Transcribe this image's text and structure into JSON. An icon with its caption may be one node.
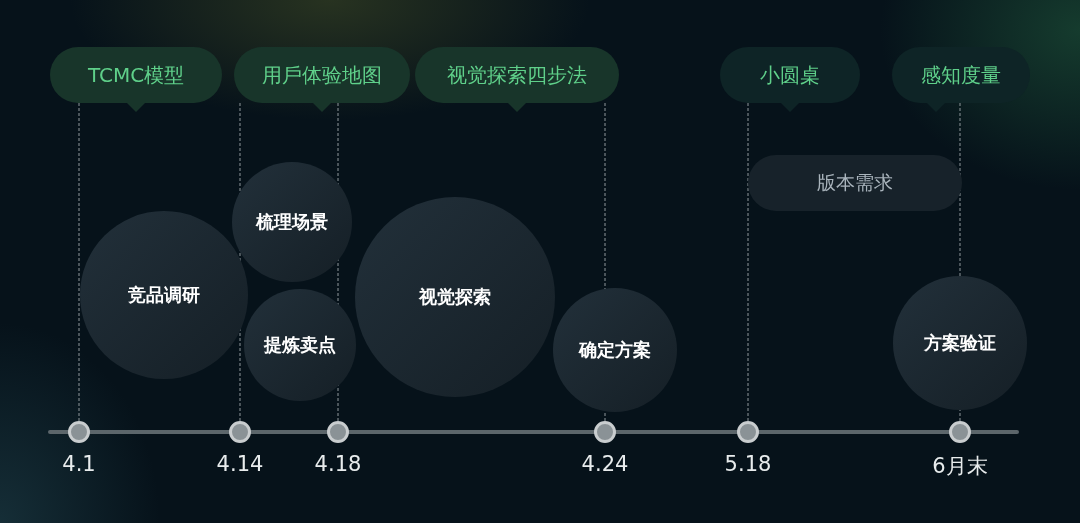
{
  "diagram": {
    "nodes": [
      {
        "text": [
          "TCMC模型"
        ]
      },
      {
        "text": [
          "用戶体验地图"
        ]
      },
      {
        "text": [
          "视觉探索四步法"
        ]
      },
      {
        "text": [
          "小圆桌"
        ]
      },
      {
        "text": [
          "感知度量"
        ]
      },
      {
        "text": [
          "版本需求"
        ]
      },
      {
        "text": [
          "竞品调研"
        ]
      },
      {
        "text": [
          "梳理场景"
        ]
      },
      {
        "text": [
          "提炼卖点"
        ]
      },
      {
        "text": [
          "视觉探索"
        ]
      },
      {
        "text": [
          "确定方案"
        ]
      },
      {
        "text": [
          "方案验证"
        ]
      },
      {
        "text": [],
        "shape": "circle",
        "beside": [
          "4.1"
        ]
      },
      {
        "text": [],
        "shape": "circle",
        "beside": [
          "4.14"
        ]
      },
      {
        "text": [],
        "shape": "circle",
        "beside": [
          "4.18"
        ]
      },
      {
        "text": [],
        "shape": "circle",
        "beside": [
          "4.24"
        ]
      },
      {
        "text": [],
        "shape": "circle",
        "beside": [
          "5.18"
        ]
      },
      {
        "text": [],
        "shape": "circle",
        "beside": [
          "6月末"
        ]
      }
    ],
    "edges": [
      {
        "from": 12,
        "to": 0,
        "arrow": "none",
        "style": "dashed"
      },
      {
        "from": 13,
        "to": 1,
        "arrow": "none",
        "style": "dashed"
      },
      {
        "from": 14,
        "to": 1,
        "arrow": "none",
        "style": "dashed"
      },
      {
        "from": 15,
        "to": 2,
        "arrow": "none",
        "style": "dashed"
      },
      {
        "from": 16,
        "to": 3,
        "arrow": "none",
        "style": "dashed"
      },
      {
        "from": 17,
        "to": 4,
        "arrow": "none",
        "style": "dashed"
      }
    ]
  }
}
